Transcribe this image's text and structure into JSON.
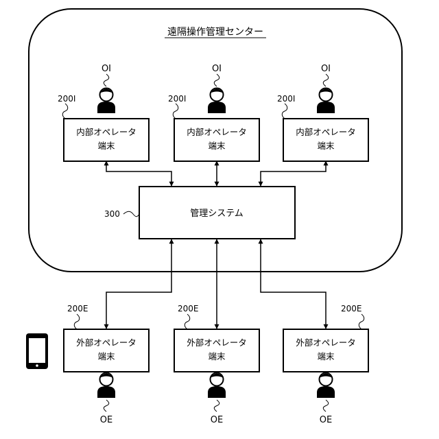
{
  "center": {
    "title": "遠隔操作管理センター"
  },
  "management_system": {
    "label": "管理システム",
    "ref": "300"
  },
  "internal_terminals": [
    {
      "ref": "200I",
      "line1": "内部オペレータ",
      "line2": "端末",
      "operator": "OI"
    },
    {
      "ref": "200I",
      "line1": "内部オペレータ",
      "line2": "端末",
      "operator": "OI"
    },
    {
      "ref": "200I",
      "line1": "内部オペレータ",
      "line2": "端末",
      "operator": "OI"
    }
  ],
  "external_terminals": [
    {
      "ref": "200E",
      "line1": "外部オペレータ",
      "line2": "端末",
      "operator": "OE"
    },
    {
      "ref": "200E",
      "line1": "外部オペレータ",
      "line2": "端末",
      "operator": "OE"
    },
    {
      "ref": "200E",
      "line1": "外部オペレータ",
      "line2": "端末",
      "operator": "OE"
    }
  ],
  "icons": {
    "operator": "person-icon",
    "device": "smartphone-icon"
  }
}
